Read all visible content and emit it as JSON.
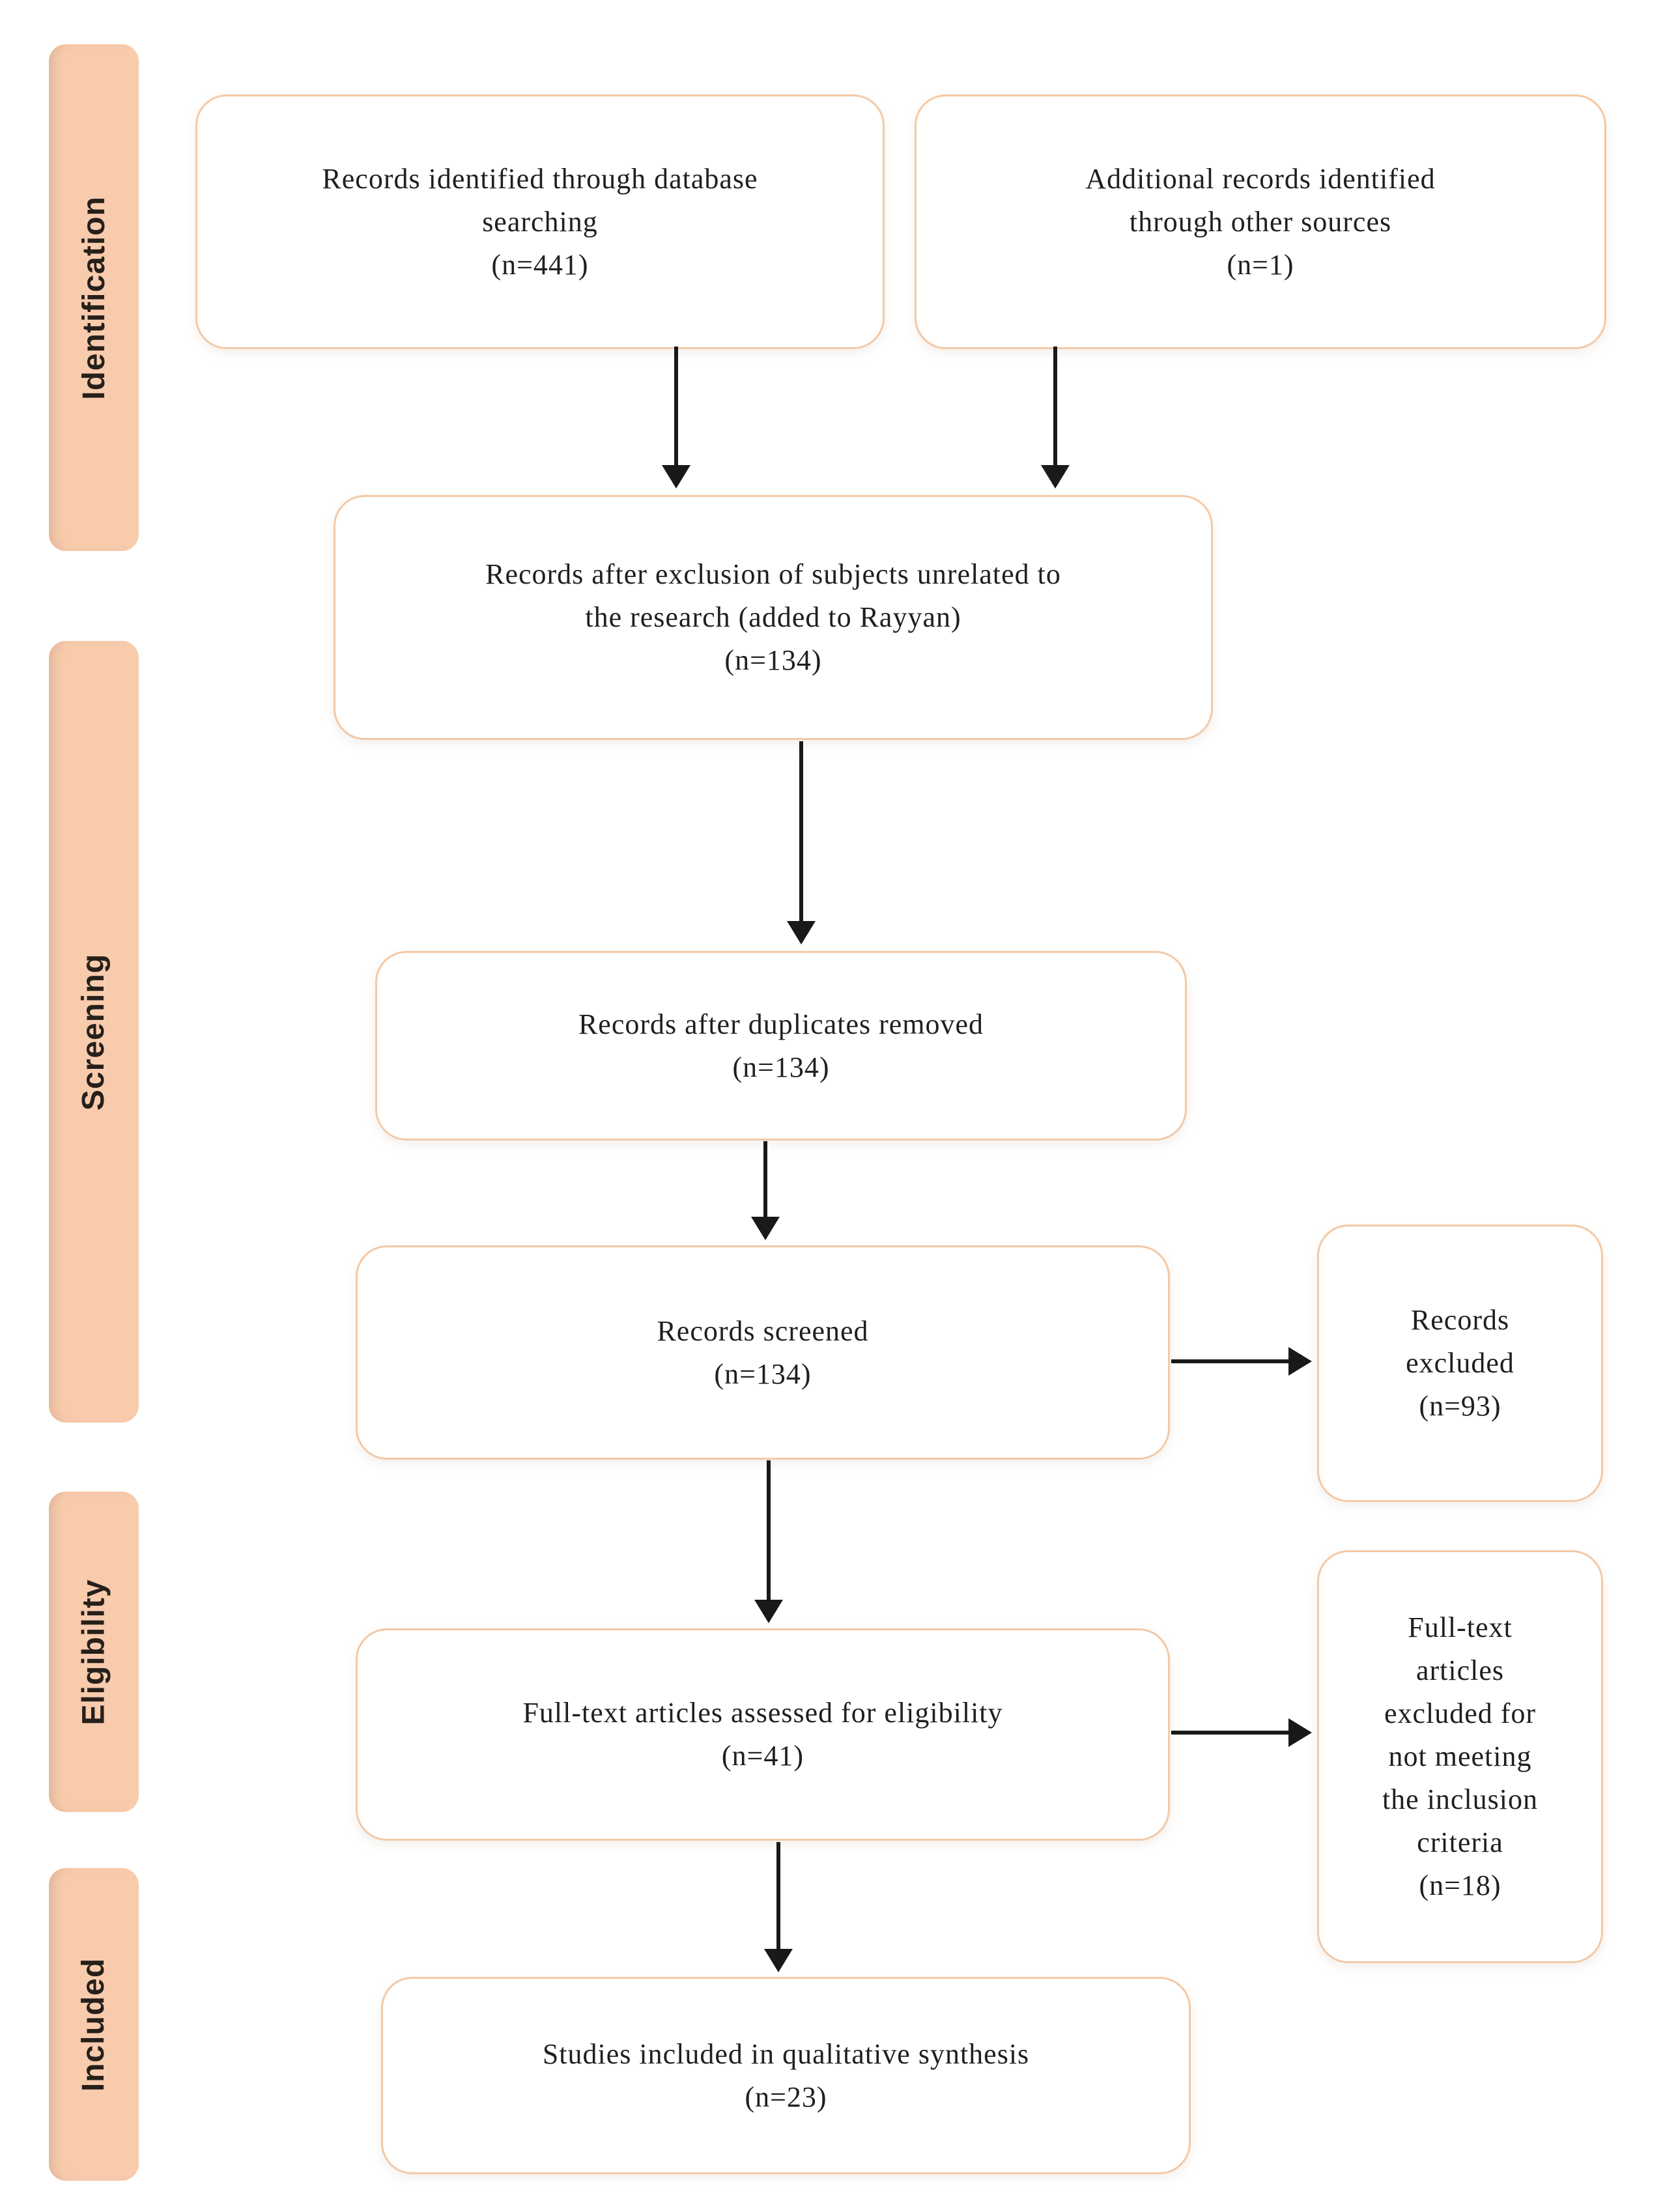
{
  "sidebar": {
    "bands": [
      {
        "label": "Identification"
      },
      {
        "label": "Screening"
      },
      {
        "label": "Eligibility"
      },
      {
        "label": "Included"
      }
    ]
  },
  "flow": {
    "records_identified": "Records identified through database\nsearching\n(n=441)",
    "additional_records": "Additional records identified\nthrough other sources\n(n=1)",
    "after_exclusion": "Records after exclusion of subjects unrelated to\nthe research (added to Rayyan)\n(n=134)",
    "after_duplicates": "Records after duplicates removed\n(n=134)",
    "records_screened": "Records screened\n(n=134)",
    "records_excluded": "Records\nexcluded\n(n=93)",
    "fulltext_assessed": "Full-text articles assessed for eligibility\n(n=41)",
    "fulltext_excluded": "Full-text\narticles\nexcluded for\nnot meeting\nthe inclusion\ncriteria\n(n=18)",
    "studies_included": "Studies included in qualitative synthesis\n(n=23)"
  },
  "counts": {
    "identified_database": 441,
    "identified_other_sources": 1,
    "after_exclusion_unrelated": 134,
    "after_duplicates_removed": 134,
    "screened": 134,
    "excluded_at_screening": 93,
    "fulltext_assessed": 41,
    "fulltext_excluded": 18,
    "included_qualitative_synthesis": 23
  },
  "colors": {
    "band_fill": "#F8CBAD",
    "box_border": "#F3C9A6",
    "box_fill": "#FFFFFF",
    "arrow": "#191919",
    "text": "#1F1F1F"
  }
}
